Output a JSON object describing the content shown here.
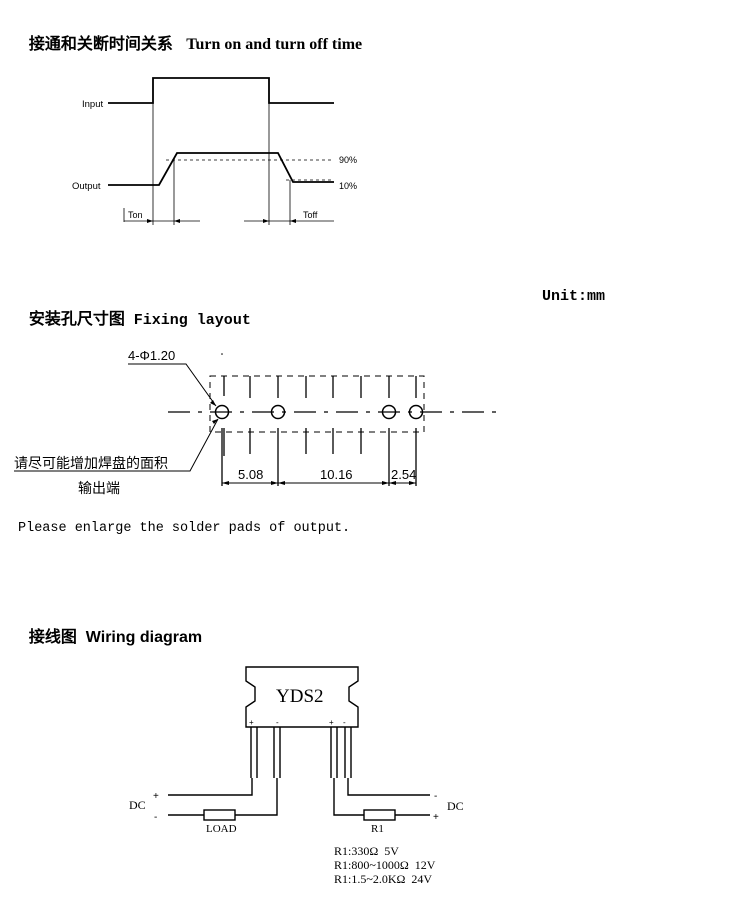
{
  "timing": {
    "heading_cn": "接通和关断时间关系",
    "heading_en": "Turn on and turn off time",
    "label_input": "Input",
    "label_output": "Output",
    "label_90": "90%",
    "label_10": "10%",
    "label_ton": "Ton",
    "label_toff": "Toff"
  },
  "fixing": {
    "heading_cn": "安装孔尺寸图",
    "heading_en": "Fixing layout",
    "unit": "Unit:mm",
    "hole_spec": "4-Φ1.20",
    "note_cn_line1": "请尽可能增加焊盘的面积",
    "note_cn_line2": "输出端",
    "dim1": "5.08",
    "dim2": "10.16",
    "dim3": "2.54",
    "note_en": "Please enlarge the solder pads of output."
  },
  "wiring": {
    "heading_cn": "接线图",
    "heading_en": "Wiring diagram",
    "device_label": "YDS2",
    "pin_plus_left": "+",
    "pin_minus_left": "-",
    "pin_plus_right": "+",
    "pin_minus_right": "-",
    "dc_left": "DC",
    "dc_left_plus": "+",
    "dc_left_minus": "-",
    "dc_right": "DC",
    "dc_right_minus": "-",
    "dc_right_plus": "+",
    "load_label": "LOAD",
    "r1_label": "R1",
    "r1_values": [
      "R1:330Ω  5V",
      "R1:800~1000Ω  12V",
      "R1:1.5~2.0KΩ  24V"
    ]
  }
}
